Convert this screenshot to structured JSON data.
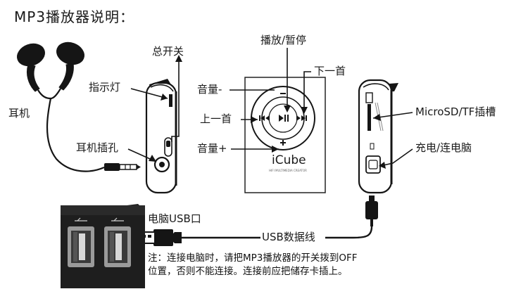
{
  "title": "MP3播放器说明：",
  "labels": {
    "earphones": "耳机",
    "power_switch": "总开关",
    "indicator": "指示灯",
    "earphone_jack": "耳机插孔",
    "play_pause": "播放/暂停",
    "next_track": "下一首",
    "volume_down": "音量-",
    "prev_track": "上一首",
    "volume_up": "音量+",
    "microsd_slot": "MicroSD/TF插槽",
    "charge_connect": "充电/连电脑",
    "pc_usb_port": "电脑USB口",
    "usb_cable": "USB数据线"
  },
  "device": {
    "brand": "iCube",
    "fine_print": "HIFI MULTIMEDIA CREATOR"
  },
  "note": "注：连接电脑时，请把MP3播放器的开关拨到OFF位置，否则不能连接。连接前应把储存卡插上。",
  "colors": {
    "ink": "#1a1a1a",
    "background": "#ffffff",
    "device_body": "#ffffff",
    "usb_port_dark": "#1e1e1e"
  }
}
